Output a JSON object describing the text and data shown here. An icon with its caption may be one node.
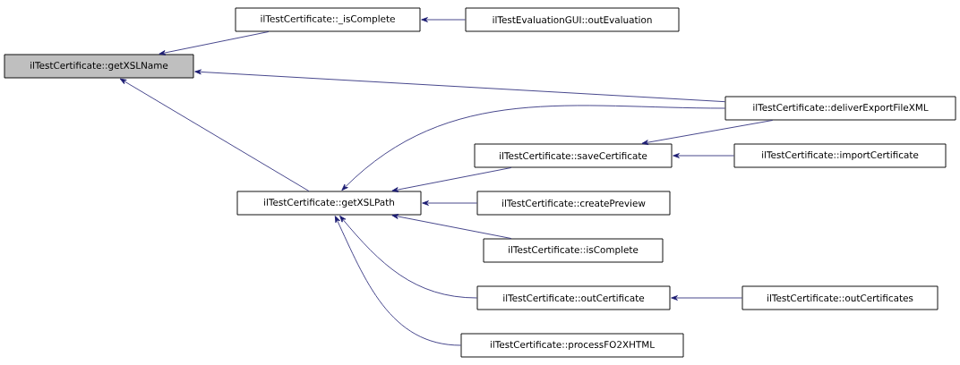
{
  "diagram": {
    "nodes": [
      {
        "text": [
          "ilTestCertificate::getXSLName"
        ]
      },
      {
        "text": [
          "ilTestCertificate::_isComplete"
        ]
      },
      {
        "text": [
          "ilTestEvaluationGUI::outEvaluation"
        ]
      },
      {
        "text": [
          "ilTestCertificate::deliverExportFileXML"
        ]
      },
      {
        "text": [
          "ilTestCertificate::getXSLPath"
        ]
      },
      {
        "text": [
          "ilTestCertificate::saveCertificate"
        ]
      },
      {
        "text": [
          "ilTestCertificate::importCertificate"
        ]
      },
      {
        "text": [
          "ilTestCertificate::createPreview"
        ]
      },
      {
        "text": [
          "ilTestCertificate::isComplete"
        ]
      },
      {
        "text": [
          "ilTestCertificate::outCertificate"
        ]
      },
      {
        "text": [
          "ilTestCertificate::outCertificates"
        ]
      },
      {
        "text": [
          "ilTestCertificate::processFO2XHTML"
        ]
      }
    ],
    "edges": [
      {
        "from": 1,
        "to": 0,
        "arrow": "to"
      },
      {
        "from": 2,
        "to": 1,
        "arrow": "to"
      },
      {
        "from": 3,
        "to": 0,
        "arrow": "to"
      },
      {
        "from": 4,
        "to": 0,
        "arrow": "to"
      },
      {
        "from": 3,
        "to": 4,
        "arrow": "to"
      },
      {
        "from": 5,
        "to": 4,
        "arrow": "to"
      },
      {
        "from": 3,
        "to": 5,
        "arrow": "to"
      },
      {
        "from": 6,
        "to": 5,
        "arrow": "to"
      },
      {
        "from": 7,
        "to": 4,
        "arrow": "to"
      },
      {
        "from": 8,
        "to": 4,
        "arrow": "to"
      },
      {
        "from": 9,
        "to": 4,
        "arrow": "to"
      },
      {
        "from": 10,
        "to": 9,
        "arrow": "to"
      },
      {
        "from": 11,
        "to": 4,
        "arrow": "to"
      }
    ]
  }
}
